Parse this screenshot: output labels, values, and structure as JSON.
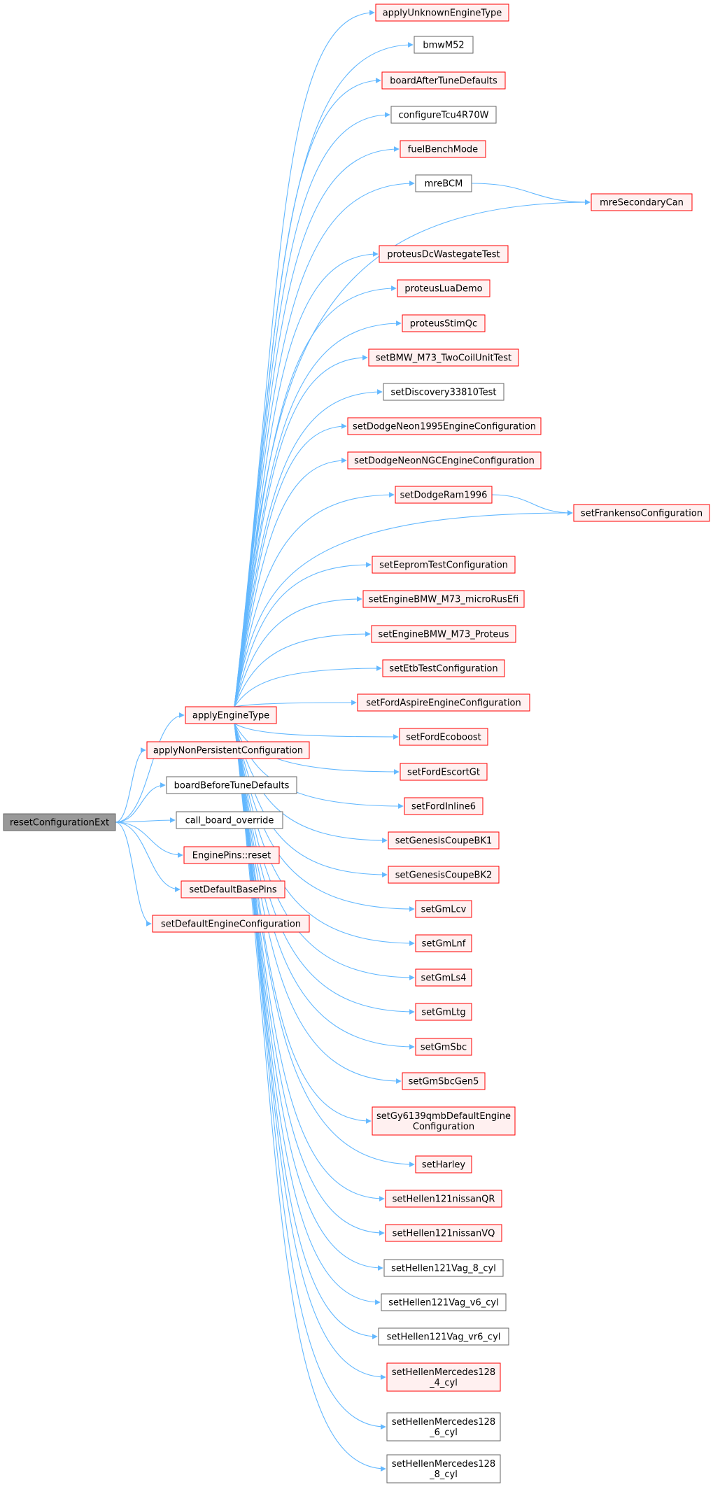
{
  "colors": {
    "edge": "#63b8ff",
    "node_border_red": "#ff0000",
    "node_fill_red": "#fff0f0",
    "node_border_gray": "#666666",
    "node_fill_white": "#ffffff",
    "root_fill": "#999999",
    "root_border": "#666666"
  },
  "nodes": {
    "resetConfigurationExt": {
      "lines": [
        "resetConfigurationExt"
      ],
      "style": "root"
    },
    "applyEngineType": {
      "lines": [
        "applyEngineType"
      ],
      "style": "red"
    },
    "applyNonPersistentConfiguration": {
      "lines": [
        "applyNonPersistentConfiguration"
      ],
      "style": "red"
    },
    "boardBeforeTuneDefaults": {
      "lines": [
        "boardBeforeTuneDefaults"
      ],
      "style": "gray"
    },
    "call_board_override": {
      "lines": [
        "call_board_override"
      ],
      "style": "gray"
    },
    "EnginePins_reset": {
      "lines": [
        "EnginePins::reset"
      ],
      "style": "red"
    },
    "setDefaultBasePins": {
      "lines": [
        "setDefaultBasePins"
      ],
      "style": "red"
    },
    "setDefaultEngineConfiguration": {
      "lines": [
        "setDefaultEngineConfiguration"
      ],
      "style": "red"
    },
    "applyUnknownEngineType": {
      "lines": [
        "applyUnknownEngineType"
      ],
      "style": "red"
    },
    "bmwM52": {
      "lines": [
        "bmwM52"
      ],
      "style": "gray"
    },
    "boardAfterTuneDefaults": {
      "lines": [
        "boardAfterTuneDefaults"
      ],
      "style": "red"
    },
    "configureTcu4R70W": {
      "lines": [
        "configureTcu4R70W"
      ],
      "style": "gray"
    },
    "fuelBenchMode": {
      "lines": [
        "fuelBenchMode"
      ],
      "style": "red"
    },
    "mreBCM": {
      "lines": [
        "mreBCM"
      ],
      "style": "gray"
    },
    "mreSecondaryCan": {
      "lines": [
        "mreSecondaryCan"
      ],
      "style": "red"
    },
    "proteusDcWastegateTest": {
      "lines": [
        "proteusDcWastegateTest"
      ],
      "style": "red"
    },
    "proteusLuaDemo": {
      "lines": [
        "proteusLuaDemo"
      ],
      "style": "red"
    },
    "proteusStimQc": {
      "lines": [
        "proteusStimQc"
      ],
      "style": "red"
    },
    "setBMW_M73_TwoCoilUnitTest": {
      "lines": [
        "setBMW_M73_TwoCoilUnitTest"
      ],
      "style": "red"
    },
    "setDiscovery33810Test": {
      "lines": [
        "setDiscovery33810Test"
      ],
      "style": "gray"
    },
    "setDodgeNeon1995EngineConfiguration": {
      "lines": [
        "setDodgeNeon1995EngineConfiguration"
      ],
      "style": "red"
    },
    "setDodgeNeonNGCEngineConfiguration": {
      "lines": [
        "setDodgeNeonNGCEngineConfiguration"
      ],
      "style": "red"
    },
    "setDodgeRam1996": {
      "lines": [
        "setDodgeRam1996"
      ],
      "style": "red"
    },
    "setFrankensoConfiguration": {
      "lines": [
        "setFrankensoConfiguration"
      ],
      "style": "red"
    },
    "setEepromTestConfiguration": {
      "lines": [
        "setEepromTestConfiguration"
      ],
      "style": "red"
    },
    "setEngineBMW_M73_microRusEfi": {
      "lines": [
        "setEngineBMW_M73_microRusEfi"
      ],
      "style": "red"
    },
    "setEngineBMW_M73_Proteus": {
      "lines": [
        "setEngineBMW_M73_Proteus"
      ],
      "style": "red"
    },
    "setEtbTestConfiguration": {
      "lines": [
        "setEtbTestConfiguration"
      ],
      "style": "red"
    },
    "setFordAspireEngineConfiguration": {
      "lines": [
        "setFordAspireEngineConfiguration"
      ],
      "style": "red"
    },
    "setFordEcoboost": {
      "lines": [
        "setFordEcoboost"
      ],
      "style": "red"
    },
    "setFordEscortGt": {
      "lines": [
        "setFordEscortGt"
      ],
      "style": "red"
    },
    "setFordInline6": {
      "lines": [
        "setFordInline6"
      ],
      "style": "red"
    },
    "setGenesisCoupeBK1": {
      "lines": [
        "setGenesisCoupeBK1"
      ],
      "style": "red"
    },
    "setGenesisCoupeBK2": {
      "lines": [
        "setGenesisCoupeBK2"
      ],
      "style": "red"
    },
    "setGmLcv": {
      "lines": [
        "setGmLcv"
      ],
      "style": "red"
    },
    "setGmLnf": {
      "lines": [
        "setGmLnf"
      ],
      "style": "red"
    },
    "setGmLs4": {
      "lines": [
        "setGmLs4"
      ],
      "style": "red"
    },
    "setGmLtg": {
      "lines": [
        "setGmLtg"
      ],
      "style": "red"
    },
    "setGmSbc": {
      "lines": [
        "setGmSbc"
      ],
      "style": "red"
    },
    "setGmSbcGen5": {
      "lines": [
        "setGmSbcGen5"
      ],
      "style": "red"
    },
    "setGy6139qmbDefaultEngineConfiguration": {
      "lines": [
        "setGy6139qmbDefaultEngine",
        "Configuration"
      ],
      "style": "red"
    },
    "setHarley": {
      "lines": [
        "setHarley"
      ],
      "style": "red"
    },
    "setHellen121nissanQR": {
      "lines": [
        "setHellen121nissanQR"
      ],
      "style": "red"
    },
    "setHellen121nissanVQ": {
      "lines": [
        "setHellen121nissanVQ"
      ],
      "style": "red"
    },
    "setHellen121Vag_8_cyl": {
      "lines": [
        "setHellen121Vag_8_cyl"
      ],
      "style": "gray"
    },
    "setHellen121Vag_v6_cyl": {
      "lines": [
        "setHellen121Vag_v6_cyl"
      ],
      "style": "gray"
    },
    "setHellen121Vag_vr6_cyl": {
      "lines": [
        "setHellen121Vag_vr6_cyl"
      ],
      "style": "gray"
    },
    "setHellenMercedes128_4_cyl": {
      "lines": [
        "setHellenMercedes128",
        "_4_cyl"
      ],
      "style": "red"
    },
    "setHellenMercedes128_6_cyl": {
      "lines": [
        "setHellenMercedes128",
        "_6_cyl"
      ],
      "style": "gray"
    },
    "setHellenMercedes128_8_cyl": {
      "lines": [
        "setHellenMercedes128",
        "_8_cyl"
      ],
      "style": "gray"
    }
  },
  "edges": [
    [
      "resetConfigurationExt",
      "applyEngineType"
    ],
    [
      "resetConfigurationExt",
      "applyNonPersistentConfiguration"
    ],
    [
      "resetConfigurationExt",
      "boardBeforeTuneDefaults"
    ],
    [
      "resetConfigurationExt",
      "call_board_override"
    ],
    [
      "resetConfigurationExt",
      "EnginePins_reset"
    ],
    [
      "resetConfigurationExt",
      "setDefaultBasePins"
    ],
    [
      "resetConfigurationExt",
      "setDefaultEngineConfiguration"
    ],
    [
      "applyEngineType",
      "applyUnknownEngineType"
    ],
    [
      "applyEngineType",
      "bmwM52"
    ],
    [
      "applyEngineType",
      "boardAfterTuneDefaults"
    ],
    [
      "applyEngineType",
      "configureTcu4R70W"
    ],
    [
      "applyEngineType",
      "fuelBenchMode"
    ],
    [
      "applyEngineType",
      "mreBCM"
    ],
    [
      "applyEngineType",
      "mreSecondaryCan"
    ],
    [
      "applyEngineType",
      "proteusDcWastegateTest"
    ],
    [
      "applyEngineType",
      "proteusLuaDemo"
    ],
    [
      "applyEngineType",
      "proteusStimQc"
    ],
    [
      "applyEngineType",
      "setBMW_M73_TwoCoilUnitTest"
    ],
    [
      "applyEngineType",
      "setDiscovery33810Test"
    ],
    [
      "applyEngineType",
      "setDodgeNeon1995EngineConfiguration"
    ],
    [
      "applyEngineType",
      "setDodgeNeonNGCEngineConfiguration"
    ],
    [
      "applyEngineType",
      "setDodgeRam1996"
    ],
    [
      "applyEngineType",
      "setFrankensoConfiguration"
    ],
    [
      "applyEngineType",
      "setEepromTestConfiguration"
    ],
    [
      "applyEngineType",
      "setEngineBMW_M73_microRusEfi"
    ],
    [
      "applyEngineType",
      "setEngineBMW_M73_Proteus"
    ],
    [
      "applyEngineType",
      "setEtbTestConfiguration"
    ],
    [
      "applyEngineType",
      "setFordAspireEngineConfiguration"
    ],
    [
      "applyEngineType",
      "setFordEcoboost"
    ],
    [
      "applyEngineType",
      "setFordEscortGt"
    ],
    [
      "applyEngineType",
      "setFordInline6"
    ],
    [
      "applyEngineType",
      "setGenesisCoupeBK1"
    ],
    [
      "applyEngineType",
      "setGenesisCoupeBK2"
    ],
    [
      "applyEngineType",
      "setGmLcv"
    ],
    [
      "applyEngineType",
      "setGmLnf"
    ],
    [
      "applyEngineType",
      "setGmLs4"
    ],
    [
      "applyEngineType",
      "setGmLtg"
    ],
    [
      "applyEngineType",
      "setGmSbc"
    ],
    [
      "applyEngineType",
      "setGmSbcGen5"
    ],
    [
      "applyEngineType",
      "setGy6139qmbDefaultEngineConfiguration"
    ],
    [
      "applyEngineType",
      "setHarley"
    ],
    [
      "applyEngineType",
      "setHellen121nissanQR"
    ],
    [
      "applyEngineType",
      "setHellen121nissanVQ"
    ],
    [
      "applyEngineType",
      "setHellen121Vag_8_cyl"
    ],
    [
      "applyEngineType",
      "setHellen121Vag_v6_cyl"
    ],
    [
      "applyEngineType",
      "setHellen121Vag_vr6_cyl"
    ],
    [
      "applyEngineType",
      "setHellenMercedes128_4_cyl"
    ],
    [
      "applyEngineType",
      "setHellenMercedes128_6_cyl"
    ],
    [
      "applyEngineType",
      "setHellenMercedes128_8_cyl"
    ],
    [
      "mreBCM",
      "mreSecondaryCan"
    ],
    [
      "setDodgeRam1996",
      "setFrankensoConfiguration"
    ]
  ]
}
